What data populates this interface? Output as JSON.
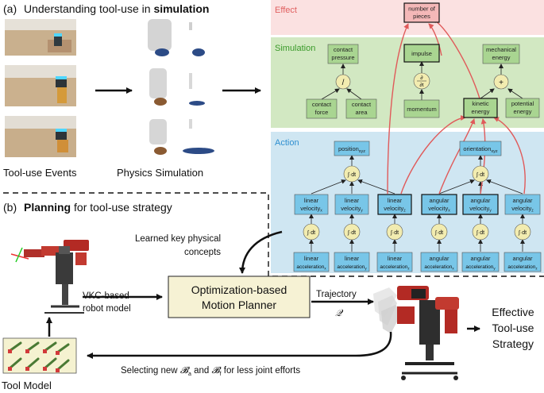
{
  "panel_a": {
    "label": "(a)",
    "title_plain": "Understanding tool-use in",
    "title_bold": "simulation",
    "caption_events": "Tool-use Events",
    "caption_sim": "Physics Simulation"
  },
  "panel_b": {
    "label": "(b)",
    "title_bold": "Planning",
    "title_rest": "for tool-use strategy",
    "learned_1": "Learned key physical",
    "learned_2": "concepts",
    "vkc_1": "VKC-based",
    "vkc_2": "robot model",
    "planner_1": "Optimization-based",
    "planner_2": "Motion Planner",
    "trajectory": "Trajectory",
    "traj_symbol": "𝒬",
    "effective_1": "Effective",
    "effective_2": "Tool-use",
    "effective_3": "Strategy",
    "tool_model": "Tool Model",
    "feedback_pre": "Selecting new",
    "feedback_ba": "𝓑",
    "feedback_a": "a",
    "feedback_and": "and",
    "feedback_bf": "𝓑",
    "feedback_f": "f",
    "feedback_post": "for less joint efforts"
  },
  "graph": {
    "effect_label": "Effect",
    "simulation_label": "Simulation",
    "action_label": "Action",
    "effect_colors": {
      "fill": "#fbe1e1",
      "text": "#e06060"
    },
    "simulation_colors": {
      "fill": "#d2e8c2",
      "text": "#3a9a2a"
    },
    "action_colors": {
      "fill": "#cfe6f2",
      "text": "#2f8fd0"
    },
    "box_green": "#a9d591",
    "box_blue": "#78c6e8",
    "circle_yellow": "#f2ecb0",
    "arrow_red": "#e05a5a",
    "nodes": {
      "number_of_pieces_1": "number of",
      "number_of_pieces_2": "pieces",
      "contact_pressure_1": "contact",
      "contact_pressure_2": "pressure",
      "impulse": "impulse",
      "mechanical_energy_1": "mechanical",
      "mechanical_energy_2": "energy",
      "divide_op": "/",
      "deriv_top": "∂",
      "deriv_bottom": "∂t",
      "plus_op": "+",
      "contact_force_1": "contact",
      "contact_force_2": "force",
      "contact_area_1": "contact",
      "contact_area_2": "area",
      "momentum": "momentum",
      "kinetic_energy_1": "kinetic",
      "kinetic_energy_2": "energy",
      "potential_energy_1": "potential",
      "potential_energy_2": "energy",
      "position": "position",
      "position_sub": "xyz",
      "orientation": "orientation",
      "orientation_sub": "xyz",
      "integral": "∫·dt",
      "lin_vel_x_1": "linear",
      "lin_vel_x_2": "velocity",
      "lin_vel_x_sub": "x",
      "lin_vel_y_1": "linear",
      "lin_vel_y_2": "velocity",
      "lin_vel_y_sub": "y",
      "lin_vel_z_1": "linear",
      "lin_vel_z_2": "velocity",
      "lin_vel_z_sub": "z",
      "ang_vel_x_1": "angular",
      "ang_vel_x_2": "velocity",
      "ang_vel_x_sub": "x",
      "ang_vel_y_1": "angular",
      "ang_vel_y_2": "velocity",
      "ang_vel_y_sub": "y",
      "ang_vel_z_1": "angular",
      "ang_vel_z_2": "velocity",
      "ang_vel_z_sub": "z",
      "lin_acc_x_1": "linear",
      "lin_acc_x_2": "acceleration",
      "lin_acc_x_sub": "x",
      "lin_acc_y_1": "linear",
      "lin_acc_y_2": "acceleration",
      "lin_acc_y_sub": "y",
      "lin_acc_z_1": "linear",
      "lin_acc_z_2": "acceleration",
      "lin_acc_z_sub": "z",
      "ang_acc_x_1": "angular",
      "ang_acc_x_2": "acceleration",
      "ang_acc_x_sub": "x",
      "ang_acc_y_1": "angular",
      "ang_acc_y_2": "acceleration",
      "ang_acc_y_sub": "y",
      "ang_acc_z_1": "angular",
      "ang_acc_z_2": "acceleration",
      "ang_acc_z_sub": "z"
    }
  }
}
